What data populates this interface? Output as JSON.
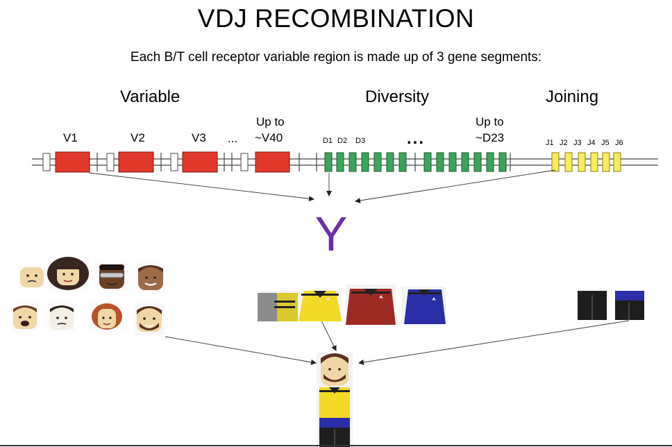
{
  "title": "VDJ RECOMBINATION",
  "subtitle": "Each B/T cell receptor variable region is made up of 3 gene segments:",
  "segments": {
    "variable": {
      "heading": "Variable",
      "labels": [
        "V1",
        "V2",
        "V3",
        "...",
        "Up to",
        "~V40"
      ],
      "color": "#e0392b"
    },
    "diversity": {
      "heading": "Diversity",
      "labels": [
        "D1",
        "D2",
        "D3",
        "...",
        "Up to",
        "~D23"
      ],
      "color": "#3aa45a"
    },
    "joining": {
      "heading": "Joining",
      "labels": [
        "J1",
        "J2",
        "J3",
        "J4",
        "J5",
        "J6"
      ],
      "color": "#f7ec5c"
    }
  },
  "antibody_symbol": "Y",
  "antibody_color": "#6b2fa8",
  "icons": [
    "face-icon",
    "minifigure-torso-icon",
    "minifigure-legs-icon",
    "minifigure-icon"
  ]
}
